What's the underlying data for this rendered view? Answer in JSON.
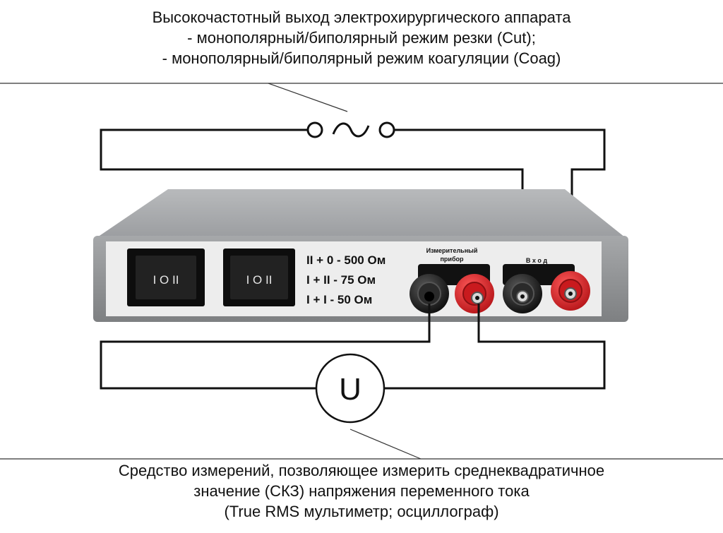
{
  "top_caption": {
    "line1": "Высокочастотный выход электрохирургического аппарата",
    "line2": "- монополярный/биполярный режим резки (Cut);",
    "line3": "- монополярный/биполярный режим коагуляции (Coag)"
  },
  "bottom_caption": {
    "line1": "Средство измерений, позволяющее измерить среднеквадратичное",
    "line2": "значение (СКЗ) напряжения переменного тока",
    "line3": "(True RMS мультиметр; осциллограф)"
  },
  "device": {
    "range1": "II + 0 - 500 Ом",
    "range2": "I + II - 75 Ом",
    "range3": "I + I - 50 Ом",
    "meter_label_line1": "Измерительный",
    "meter_label_line2": "прибор",
    "input_label": "В х о д",
    "switch1_marking": "I O II",
    "switch2_marking": "I O II"
  },
  "voltmeter_symbol": "U",
  "colors": {
    "wire": "#111111",
    "terminal_red": "#d81e22",
    "terminal_black": "#1a1a1a",
    "case_gray": "#9a9c9e",
    "panel_face": "#ededed"
  }
}
